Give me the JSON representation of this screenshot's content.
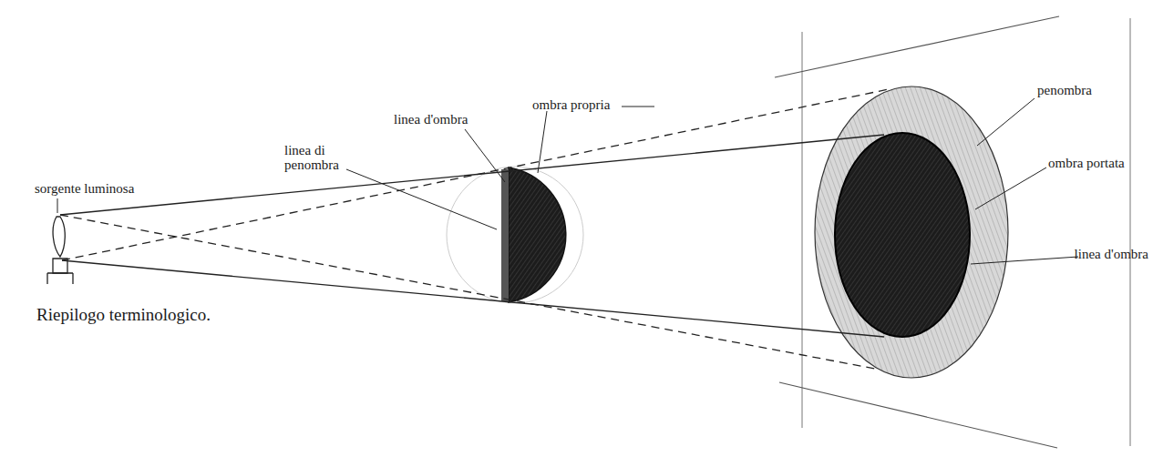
{
  "diagram": {
    "labels": [
      "sorgente luminosa",
      "linea di penombra",
      "linea d'ombra",
      "ombra propria",
      "penombra",
      "ombra portata",
      "linea d'ombra",
      "Riepilogo terminologico."
    ]
  }
}
